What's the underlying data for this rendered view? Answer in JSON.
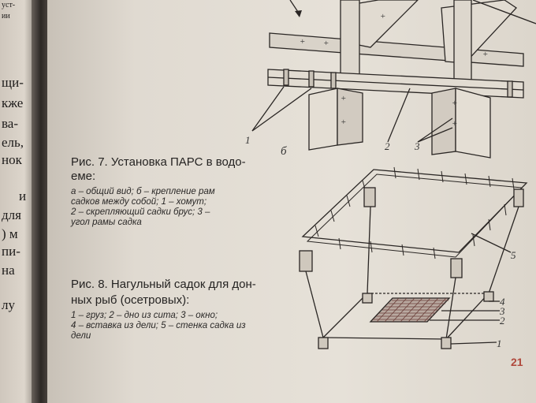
{
  "left_page": {
    "fragments": [
      "уст-",
      "ии",
      "щи-",
      "кже",
      "ва-",
      "ель,",
      "нок",
      "и",
      "для",
      ") м",
      "пи-",
      "на",
      "лу"
    ]
  },
  "figure7": {
    "title_lines": [
      "Рис. 7. Установка ПАРС в водо-",
      "еме:"
    ],
    "legend_lines": [
      "а – общий вид; б – крепление рам",
      "садков между собой; 1 – хомут;",
      "2 – скрепляющий садки брус; 3 –",
      "угол рамы садка"
    ],
    "labels": {
      "b": "б",
      "n1": "1",
      "n2": "2",
      "n3": "3"
    }
  },
  "figure8": {
    "title_lines": [
      "Рис. 8. Нагульный садок для дон-",
      "ных рыб (осетровых):"
    ],
    "legend_lines": [
      "1 – груз; 2 – дно из сита; 3 – окно;",
      "4 – вставка из дели; 5 – стенка садка из",
      "дели"
    ],
    "labels": {
      "n1": "1",
      "n2": "2",
      "n3": "3",
      "n4": "4",
      "n5": "5"
    }
  },
  "page_number": "21"
}
